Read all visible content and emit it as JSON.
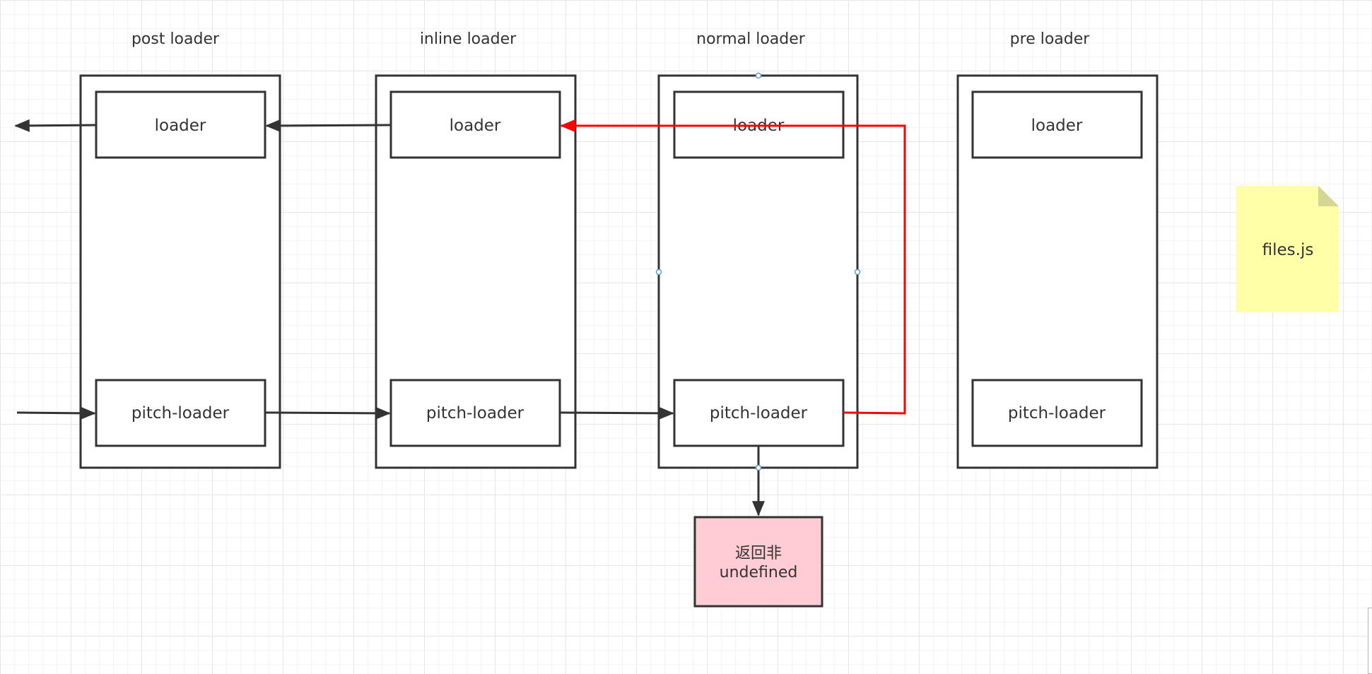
{
  "diagram": {
    "columns": [
      {
        "id": "post",
        "title": "post loader",
        "loader": "loader",
        "pitch": "pitch-loader"
      },
      {
        "id": "inline",
        "title": "inline loader",
        "loader": "loader",
        "pitch": "pitch-loader"
      },
      {
        "id": "normal",
        "title": "normal loader",
        "loader": "loader",
        "pitch": "pitch-loader"
      },
      {
        "id": "pre",
        "title": "pre loader",
        "loader": "loader",
        "pitch": "pitch-loader"
      }
    ],
    "note": {
      "text": "files.js",
      "color": "#ffffa8",
      "fold_color": "#d6d694"
    },
    "result": {
      "line1": "返回非",
      "line2": "undefined",
      "color": "#ffccd3"
    },
    "colors": {
      "stroke": "#333333",
      "highlight": "#ff0000",
      "handle": "#5b9bd5"
    }
  }
}
